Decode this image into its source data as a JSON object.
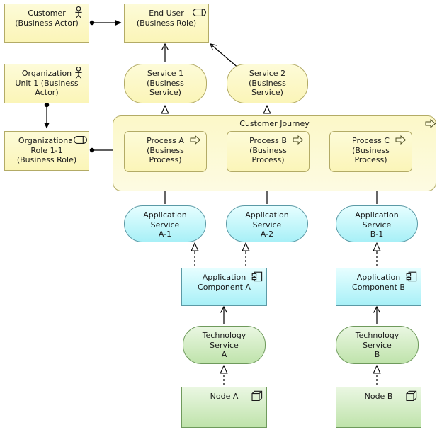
{
  "diagram": {
    "title": "ArchiMate layered architecture diagram",
    "colors": {
      "business_fill_top": "#fdfbd8",
      "business_fill_bottom": "#fbf5b8",
      "business_stroke": "#b3ab66",
      "application_fill_top": "#e6feff",
      "application_fill_bottom": "#a8f0f7",
      "application_stroke": "#5b9aa6",
      "technology_fill_top": "#eaf7e2",
      "technology_fill_bottom": "#bfe3ab",
      "technology_stroke": "#6f9a5c",
      "line": "#000000",
      "group_fill": "#fcf8c8"
    },
    "group": {
      "label": "Customer Journey",
      "icon": "process-arrow-icon"
    },
    "nodes": [
      {
        "id": "customer",
        "label": "Customer\n(Business Actor)",
        "layer": "business",
        "shape": "rect",
        "icon": "actor-icon"
      },
      {
        "id": "end-user",
        "label": "End User\n(Business Role)",
        "layer": "business",
        "shape": "rect",
        "icon": "role-icon"
      },
      {
        "id": "org-unit-1",
        "label": "Organization\nUnit 1 (Business\nActor)",
        "layer": "business",
        "shape": "rect",
        "icon": "actor-icon"
      },
      {
        "id": "org-role-1-1",
        "label": "Organizational\nRole 1-1\n(Business Role)",
        "layer": "business",
        "shape": "rect",
        "icon": "role-icon"
      },
      {
        "id": "service-1",
        "label": "Service 1 (Business\nService)",
        "layer": "business",
        "shape": "pill",
        "icon": "none"
      },
      {
        "id": "service-2",
        "label": "Service 2 (Business\nService)",
        "layer": "business",
        "shape": "pill",
        "icon": "none"
      },
      {
        "id": "process-a",
        "label": "Process A\n(Business\nProcess)",
        "layer": "business",
        "shape": "round",
        "icon": "process-arrow-icon"
      },
      {
        "id": "process-b",
        "label": "Process B\n(Business\nProcess)",
        "layer": "business",
        "shape": "round",
        "icon": "process-arrow-icon"
      },
      {
        "id": "process-c",
        "label": "Process C\n(Business\nProcess)",
        "layer": "business",
        "shape": "round",
        "icon": "process-arrow-icon"
      },
      {
        "id": "app-service-a-1",
        "label": "Application Service\nA-1",
        "layer": "application",
        "shape": "pill",
        "icon": "none"
      },
      {
        "id": "app-service-a-2",
        "label": "Application Service\nA-2",
        "layer": "application",
        "shape": "pill",
        "icon": "none"
      },
      {
        "id": "app-service-b-1",
        "label": "Application Service\nB-1",
        "layer": "application",
        "shape": "pill",
        "icon": "none"
      },
      {
        "id": "app-component-a",
        "label": "Application\nComponent A",
        "layer": "application",
        "shape": "rect",
        "icon": "component-icon"
      },
      {
        "id": "app-component-b",
        "label": "Application\nComponent B",
        "layer": "application",
        "shape": "rect",
        "icon": "component-icon"
      },
      {
        "id": "tech-service-a",
        "label": "Technology Service\nA",
        "layer": "technology",
        "shape": "pill",
        "icon": "none"
      },
      {
        "id": "tech-service-b",
        "label": "Technology Service\nB",
        "layer": "technology",
        "shape": "pill",
        "icon": "none"
      },
      {
        "id": "node-a",
        "label": "Node A",
        "layer": "technology",
        "shape": "rect",
        "icon": "node-cube-icon"
      },
      {
        "id": "node-b",
        "label": "Node B",
        "layer": "technology",
        "shape": "rect",
        "icon": "node-cube-icon"
      }
    ],
    "connections": [
      {
        "from": "customer",
        "to": "end-user",
        "type": "assignment"
      },
      {
        "from": "org-unit-1",
        "to": "org-role-1-1",
        "type": "assignment"
      },
      {
        "from": "org-role-1-1",
        "to": "process-a",
        "type": "assignment"
      },
      {
        "from": "service-1",
        "to": "end-user",
        "type": "serving"
      },
      {
        "from": "service-2",
        "to": "end-user",
        "type": "serving"
      },
      {
        "from": "process-a",
        "to": "service-1",
        "type": "realization"
      },
      {
        "from": "process-b",
        "to": "service-2",
        "type": "realization"
      },
      {
        "from": "process-a",
        "to": "process-b",
        "type": "triggering"
      },
      {
        "from": "process-b",
        "to": "process-c",
        "type": "triggering"
      },
      {
        "from": "app-service-a-1",
        "to": "process-a",
        "type": "serving"
      },
      {
        "from": "app-service-a-2",
        "to": "process-b",
        "type": "serving"
      },
      {
        "from": "app-service-b-1",
        "to": "process-c",
        "type": "serving"
      },
      {
        "from": "app-component-a",
        "to": "app-service-a-1",
        "type": "realization"
      },
      {
        "from": "app-component-a",
        "to": "app-service-a-2",
        "type": "realization"
      },
      {
        "from": "app-component-b",
        "to": "app-service-b-1",
        "type": "realization"
      },
      {
        "from": "tech-service-a",
        "to": "app-component-a",
        "type": "serving"
      },
      {
        "from": "tech-service-b",
        "to": "app-component-b",
        "type": "serving"
      },
      {
        "from": "node-a",
        "to": "tech-service-a",
        "type": "realization"
      },
      {
        "from": "node-b",
        "to": "tech-service-b",
        "type": "realization"
      }
    ]
  }
}
